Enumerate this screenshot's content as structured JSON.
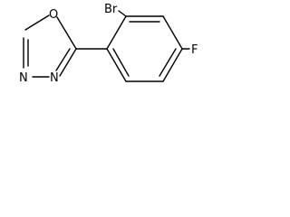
{
  "molecule": {
    "atoms": {
      "br": "Br",
      "f": "F",
      "o": "O",
      "n1": "N",
      "n2": "N"
    }
  }
}
